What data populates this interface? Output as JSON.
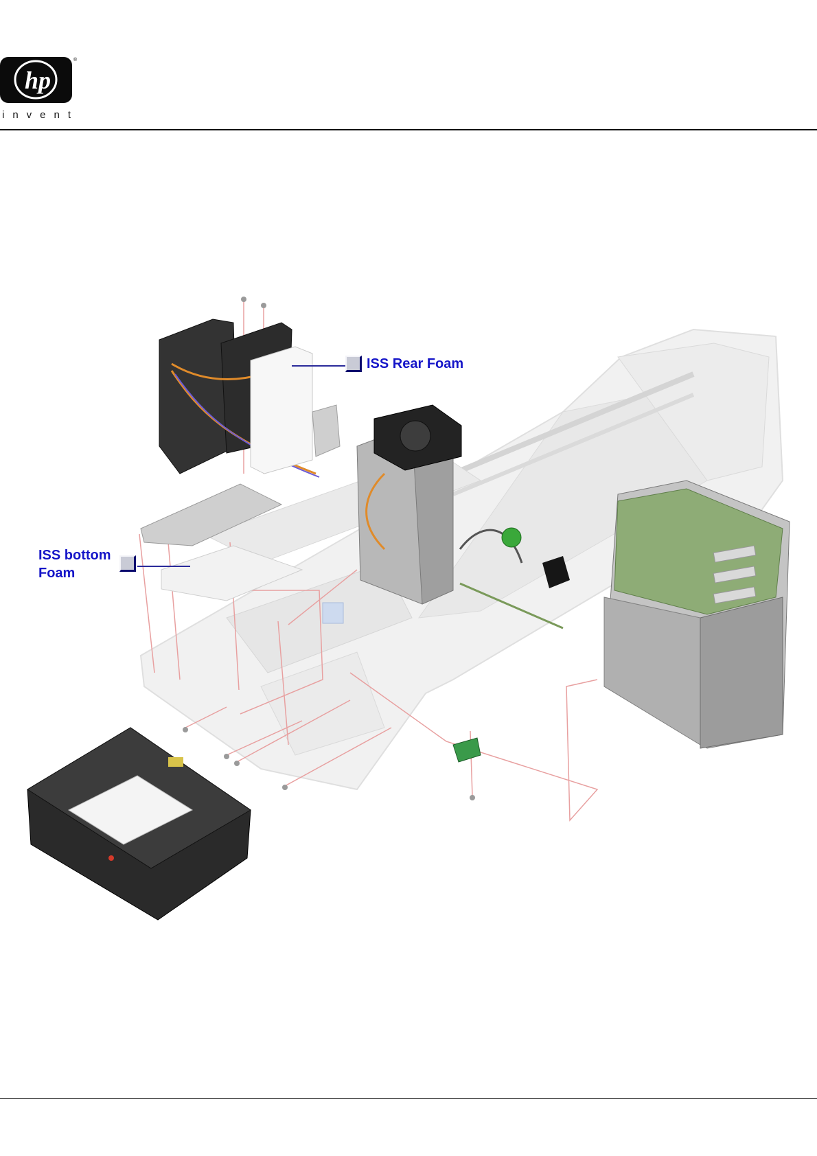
{
  "header": {
    "logo_text": "hp",
    "logo_registered": "®",
    "logo_tagline": "invent"
  },
  "diagram": {
    "callouts": {
      "rear_foam": "ISS Rear Foam",
      "bottom_foam_line1": "ISS bottom",
      "bottom_foam_line2": "Foam"
    }
  },
  "colors": {
    "callout_text": "#1515c8",
    "callout_line": "#2a2a9a",
    "leader_lines": "#e8a0a0",
    "chassis": "#ececec"
  }
}
